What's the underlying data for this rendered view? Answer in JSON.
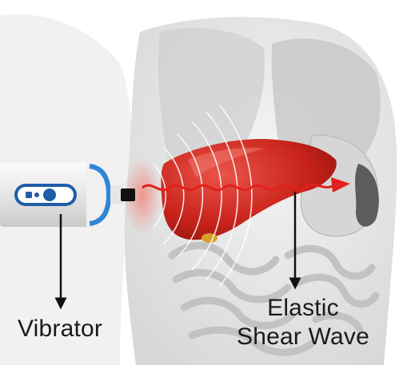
{
  "labels": {
    "vibrator": "Vibrator",
    "shear_wave_line1": "Elastic",
    "shear_wave_line2": "Shear Wave"
  },
  "colors": {
    "liver": "#c8231b",
    "liver_highlight": "#e0483c",
    "wave": "#e3201b",
    "probe_accent": "#2f86d6",
    "arrow": "#111111",
    "body": "#e9e9e9"
  }
}
